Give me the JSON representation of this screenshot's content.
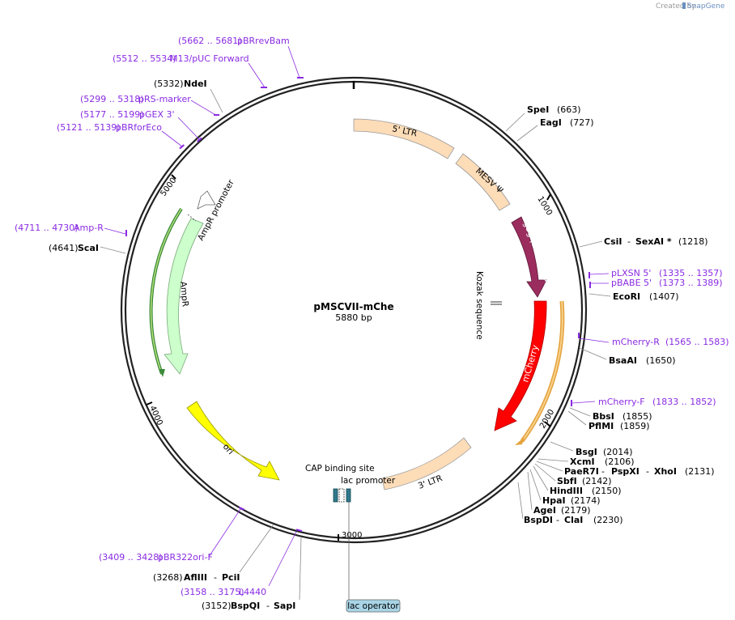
{
  "header": {
    "created_by": "Created by",
    "brand": "SnapGene"
  },
  "plasmid": {
    "name": "pMSCVII-mChe",
    "length": "5880 bp"
  },
  "ticks": [
    "1000",
    "2000",
    "3000",
    "4000",
    "5000"
  ],
  "features": {
    "ltr5": "5' LTR",
    "mesv": "MESV Ψ",
    "gag": "gag (truncated)",
    "kozak": "Kozak sequence",
    "mcherry": "mCherry",
    "ltr3": "3' LTR",
    "ori": "ori",
    "ampr": "AmpR",
    "ampr_promoter": "AmpR promoter",
    "cap": "CAP binding site",
    "lac_promoter": "lac promoter",
    "lac_operator": "lac operator"
  },
  "sites_right": [
    {
      "name": "SpeI",
      "pos": "(663)"
    },
    {
      "name": "EagI",
      "pos": "(727)"
    },
    {
      "name": "CsiI",
      "name2": "SexAI *",
      "pos": "(1218)"
    },
    {
      "range": "(1335 .. 1357)",
      "name": "pLXSN 5'"
    },
    {
      "range": "(1373 .. 1389)",
      "name": "pBABE 5'"
    },
    {
      "name": "EcoRI",
      "pos": "(1407)"
    },
    {
      "name": "mCherry-R",
      "range": "(1565 .. 1583)"
    },
    {
      "name": "BsaAI",
      "pos": "(1650)"
    },
    {
      "name": "mCherry-F",
      "range": "(1833 .. 1852)"
    },
    {
      "name": "BbsI",
      "pos": "(1855)"
    },
    {
      "name": "PflMI",
      "pos": "(1859)"
    },
    {
      "name": "BsgI",
      "pos": "(2014)"
    },
    {
      "name": "XcmI",
      "pos": "(2106)"
    },
    {
      "name": "PaeR7I",
      "name2": "PspXI",
      "name3": "XhoI",
      "pos": "(2131)"
    },
    {
      "name": "SbfI",
      "pos": "(2142)"
    },
    {
      "name": "HindIII",
      "pos": "(2150)"
    },
    {
      "name": "HpaI",
      "pos": "(2174)"
    },
    {
      "name": "AgeI",
      "pos": "(2179)"
    },
    {
      "name": "BspDI",
      "name2": "ClaI",
      "pos": "(2230)"
    }
  ],
  "sites_left": [
    {
      "range": "(5662 .. 5681)",
      "name": "pBRrevBam"
    },
    {
      "range": "(5512 .. 5534)",
      "name": "M13/pUC Forward"
    },
    {
      "pos": "(5332)",
      "name": "NdeI"
    },
    {
      "range": "(5299 .. 5318)",
      "name": "pRS-marker"
    },
    {
      "range": "(5177 .. 5199)",
      "name": "pGEX 3'"
    },
    {
      "range": "(5121 .. 5139)",
      "name": "pBRforEco"
    },
    {
      "range": "(4711 .. 4730)",
      "name": "Amp-R"
    },
    {
      "pos": "(4641)",
      "name": "ScaI"
    },
    {
      "range": "(3409 .. 3428)",
      "name": "pBR322ori-F"
    },
    {
      "pos": "(3268)",
      "name": "AflIII",
      "name2": "PciI"
    },
    {
      "range": "(3158 .. 3175)",
      "name": "L4440"
    },
    {
      "pos": "(3152)",
      "name": "BspQI",
      "name2": "SapI"
    }
  ],
  "colors": {
    "ltr": "#fddcb8",
    "gag": "#9b2d5e",
    "mcherry": "#ff0000",
    "ori": "#ffff00",
    "ampr": "#ccffcc",
    "primer": "#8a2be2",
    "lac_operator": "#a8d4e6"
  }
}
